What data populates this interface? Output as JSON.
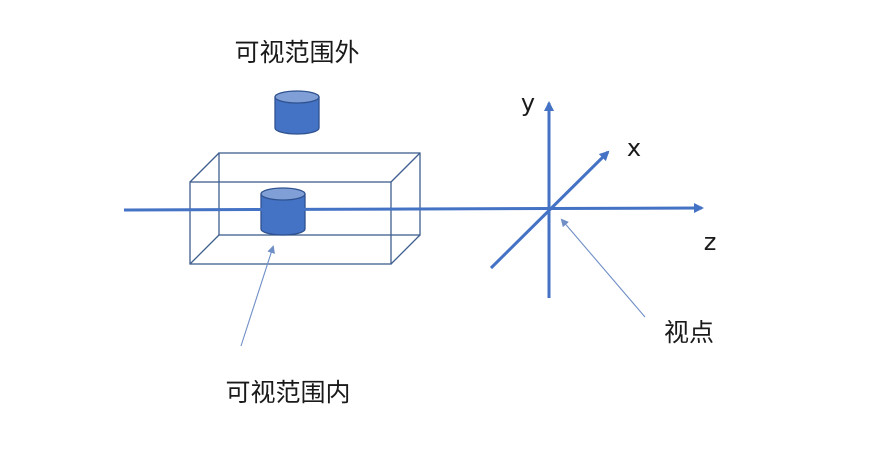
{
  "labels": {
    "outside_view": "可视范围外",
    "inside_view": "可视范围内",
    "viewpoint": "视点",
    "axis_x": "x",
    "axis_y": "y",
    "axis_z": "z"
  },
  "colors": {
    "axis": "#4472c4",
    "cylinder_fill": "#4472c4",
    "cylinder_top": "#7f9fd6",
    "cylinder_stroke": "#2f528f",
    "pointer_line": "#6f8fc6",
    "box_stroke": "#3f5f8f",
    "text": "#1a1a1a"
  }
}
